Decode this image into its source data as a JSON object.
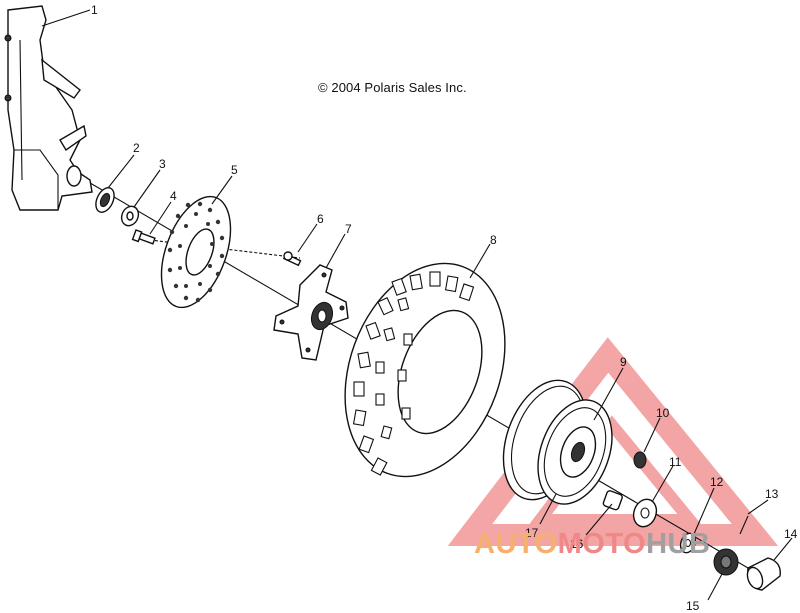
{
  "copyright": "© 2004 Polaris Sales Inc.",
  "callouts": [
    {
      "id": "1",
      "label": "1"
    },
    {
      "id": "2",
      "label": "2"
    },
    {
      "id": "3",
      "label": "3"
    },
    {
      "id": "4",
      "label": "4"
    },
    {
      "id": "5",
      "label": "5"
    },
    {
      "id": "6",
      "label": "6"
    },
    {
      "id": "7",
      "label": "7"
    },
    {
      "id": "8",
      "label": "8"
    },
    {
      "id": "9",
      "label": "9"
    },
    {
      "id": "10",
      "label": "10"
    },
    {
      "id": "11",
      "label": "11"
    },
    {
      "id": "12",
      "label": "12"
    },
    {
      "id": "13",
      "label": "13"
    },
    {
      "id": "14",
      "label": "14"
    },
    {
      "id": "15",
      "label": "15"
    },
    {
      "id": "16",
      "label": "16"
    },
    {
      "id": "17",
      "label": "17"
    }
  ],
  "watermark": {
    "part1": "AUTO",
    "part2": "MOTO",
    "part3": "HUB",
    "colors": {
      "auto": "#f4b06c",
      "moto": "#f08888",
      "hub": "#a0a0a0",
      "triangle": "#f08888"
    }
  }
}
